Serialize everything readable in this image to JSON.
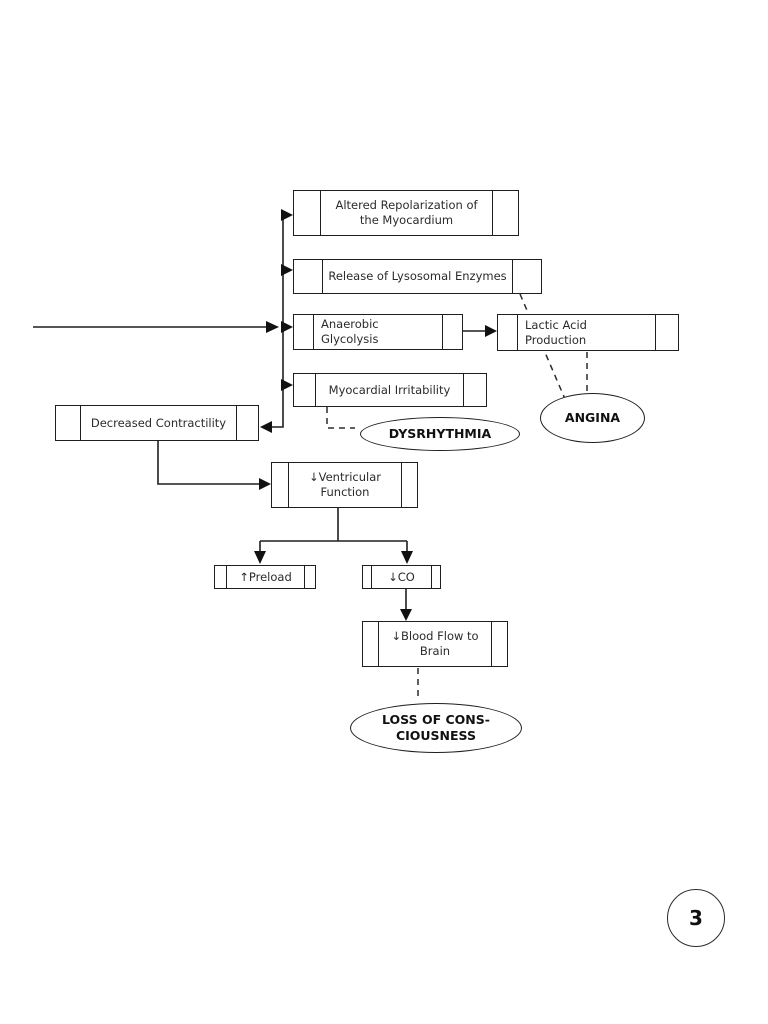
{
  "page": {
    "number": "3",
    "background": "#ffffff"
  },
  "colors": {
    "line": "#1f1f1f",
    "text": "#2b2b2b",
    "ellipse_text": "#111111"
  },
  "nodes": {
    "altered": {
      "label": "Altered Repolarization of\nthe Myocardium"
    },
    "lysosomal": {
      "label": "Release of Lysosomal Enzymes"
    },
    "anaerobic": {
      "label": "Anaerobic\nGlycolysis"
    },
    "lactic": {
      "label": "Lactic Acid\nProduction"
    },
    "myocardial": {
      "label": "Myocardial Irritability"
    },
    "decreased": {
      "label": "Decreased Contractility"
    },
    "ventricular": {
      "label": "↓Ventricular\nFunction"
    },
    "preload": {
      "label": "↑Preload"
    },
    "co": {
      "label": "↓CO"
    },
    "bloodflow": {
      "label": "↓Blood Flow to\nBrain"
    },
    "dysrhythmia": {
      "label": "DYSRHYTHMIA"
    },
    "angina": {
      "label": "ANGINA"
    },
    "loss": {
      "label": "LOSS OF CONS-\nCIOUSNESS"
    }
  }
}
